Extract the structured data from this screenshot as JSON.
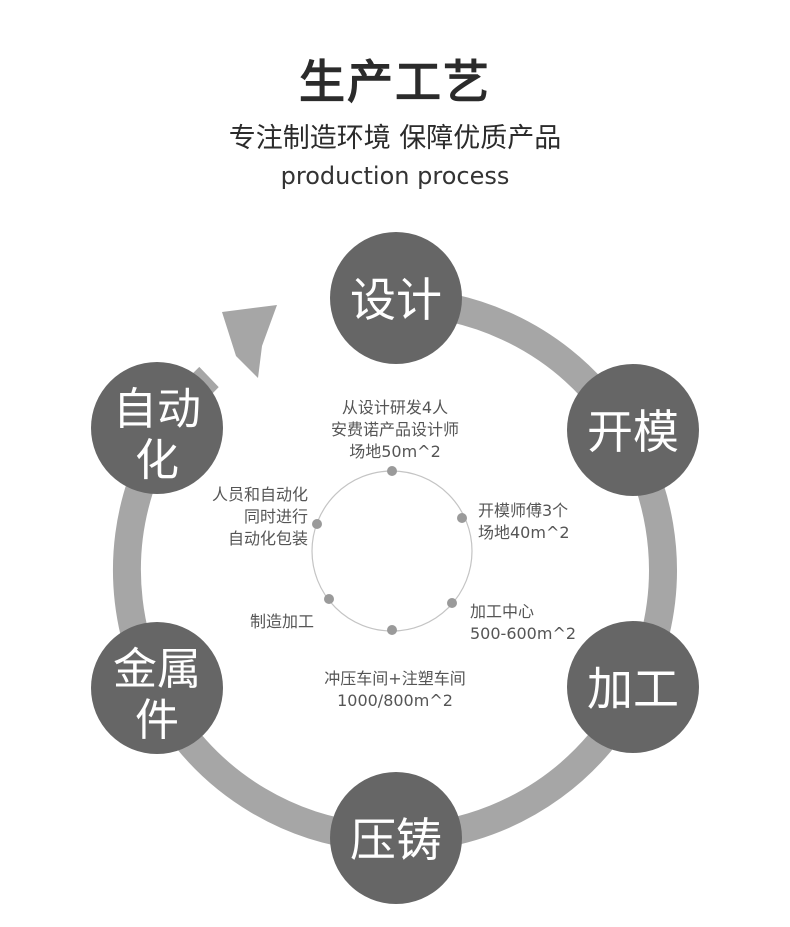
{
  "header": {
    "title": "生产工艺",
    "subtitle": "专注制造环境 保障优质产品",
    "subtitle_en": "production process"
  },
  "stages": [
    {
      "id": "design",
      "lines": [
        "设计"
      ]
    },
    {
      "id": "mold",
      "lines": [
        "开模"
      ]
    },
    {
      "id": "machining",
      "lines": [
        "加工"
      ]
    },
    {
      "id": "die-casting",
      "lines": [
        "压铸"
      ]
    },
    {
      "id": "metal-parts",
      "lines": [
        "金属",
        "件"
      ]
    },
    {
      "id": "automation",
      "lines": [
        "自动",
        "化"
      ]
    }
  ],
  "details": {
    "design": [
      "从设计研发4人",
      "安费诺产品设计师",
      "场地50m^2"
    ],
    "mold": [
      "开模师傅3个",
      "场地40m^2"
    ],
    "machining": [
      "加工中心",
      "500-600m^2"
    ],
    "stamping": [
      "冲压车间+注塑车间",
      "1000/800m^2"
    ],
    "manufacturing": [
      "制造加工"
    ],
    "automation": [
      "人员和自动化",
      "同时进行",
      "自动化包装"
    ]
  },
  "colors": {
    "ring": "#a6a6a6",
    "stage_circle": "#666666",
    "inner_ring": "#c4c4c4",
    "inner_dot": "#9a9a9a"
  },
  "icons": [
    "cycle-arrow-icon"
  ]
}
